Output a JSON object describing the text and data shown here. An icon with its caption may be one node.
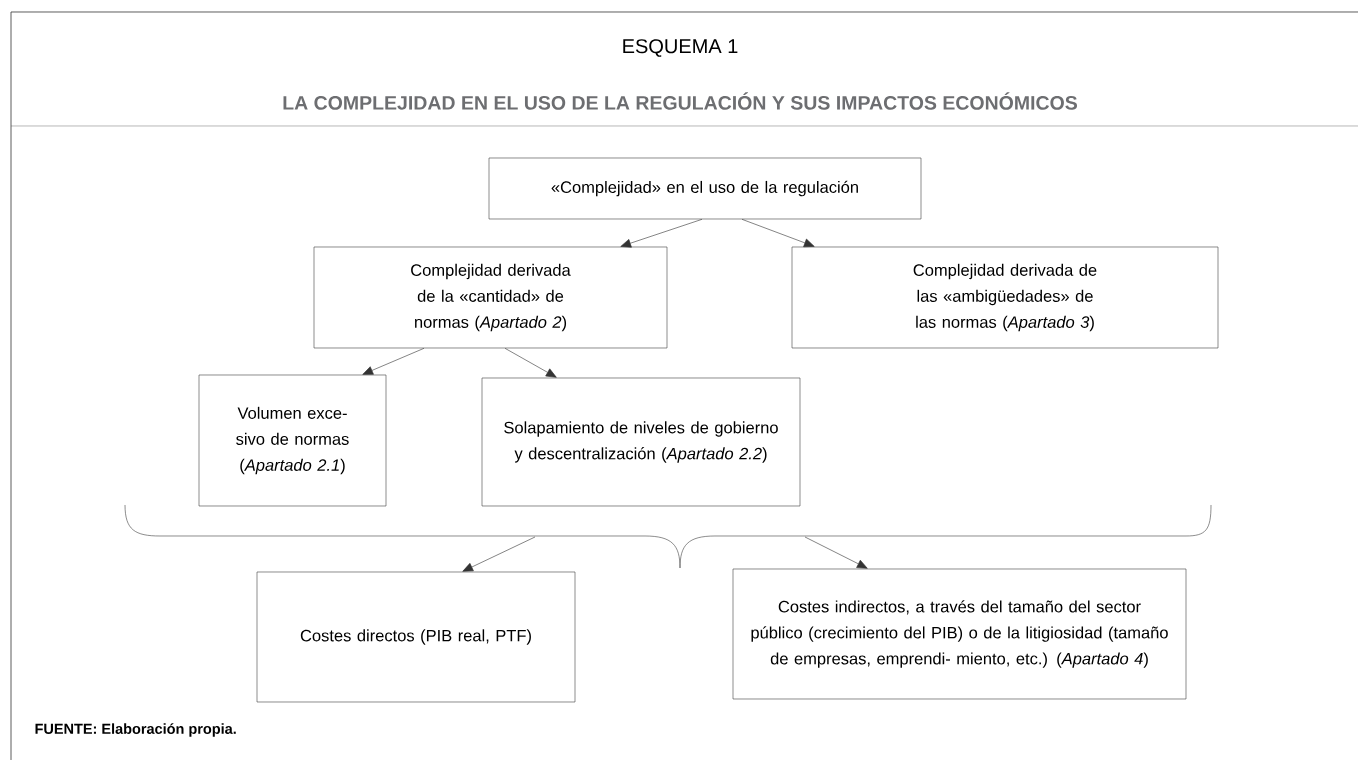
{
  "diagram": {
    "title": "ESQUEMA 1",
    "caption": "FUENTE: Elaboración propia.",
    "nodes": [
      {
        "text": [
          "«Complejidad» en el uso de la regulación"
        ]
      },
      {
        "text": [
          "Complejidad derivada de la «cantidad» de normas (*Apartado 2*)"
        ]
      },
      {
        "text": [
          "Complejidad derivada de las «ambigüedades» de las normas (*Apartado 3*)"
        ]
      },
      {
        "text": [
          "Volumen exce- sivo de normas (*Apartado 2.1*)"
        ]
      },
      {
        "text": [
          "Solapamiento de niveles de gobierno y descentralización (*Apartado 2.2*)"
        ]
      },
      {
        "text": [
          "Costes directos (PIB real, PTF)"
        ]
      },
      {
        "text": [
          "Costes indirectos, a través del tamaño del sector público (crecimiento del PIB) o de la litigiosidad (tamaño de empresas, emprendi- miento, etc.) (*Apartado 4*)"
        ]
      }
    ],
    "edges": [
      {
        "from": 0,
        "to": 1,
        "arrow": "to"
      },
      {
        "from": 0,
        "to": 2,
        "arrow": "to"
      },
      {
        "from": 1,
        "to": 3,
        "arrow": "to"
      },
      {
        "from": 1,
        "to": 4,
        "arrow": "to"
      },
      {
        "from": null,
        "to": 5,
        "arrow": "to"
      },
      {
        "from": null,
        "to": 6,
        "arrow": "to"
      }
    ],
    "labels": [
      "LA COMPLEJIDAD EN EL USO DE LA REGULACIÓN Y SUS IMPACTOS ECONÓMICOS"
    ]
  }
}
